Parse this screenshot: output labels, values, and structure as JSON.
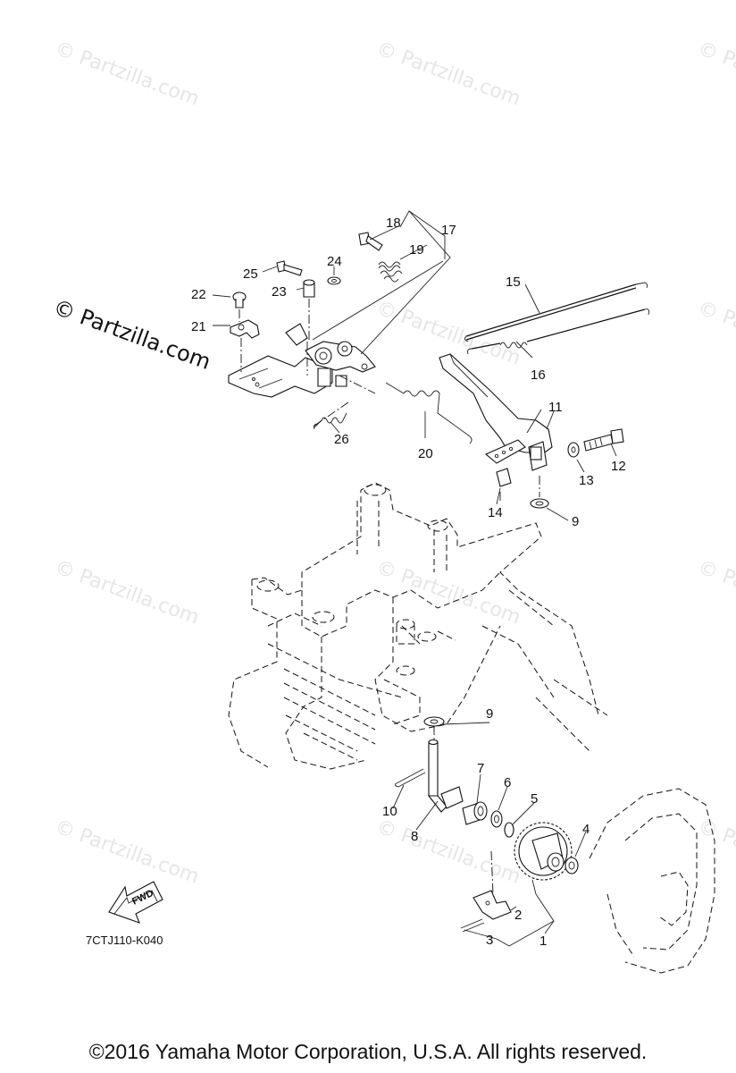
{
  "watermark": {
    "text": "© Partzilla.com"
  },
  "diagram": {
    "code": "7CTJ110-K040",
    "fwd_label": "FWD",
    "callouts": [
      "1",
      "2",
      "3",
      "4",
      "5",
      "6",
      "7",
      "8",
      "9",
      "9",
      "10",
      "11",
      "12",
      "13",
      "14",
      "15",
      "16",
      "17",
      "18",
      "19",
      "20",
      "21",
      "22",
      "23",
      "24",
      "25",
      "26"
    ]
  },
  "footer": {
    "copyright": "©2016  Yamaha Motor Corporation, U.S.A. All rights reserved."
  }
}
